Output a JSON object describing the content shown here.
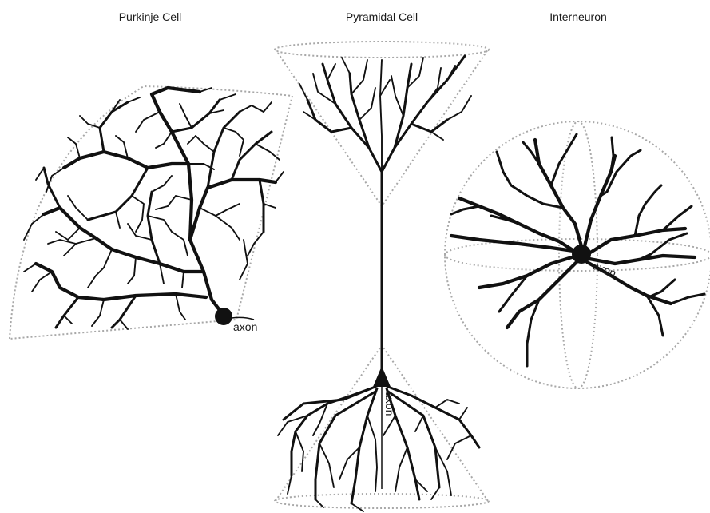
{
  "panels": [
    {
      "title": "Purkinje Cell",
      "axon_label": "axon"
    },
    {
      "title": "Pyramidal Cell",
      "axon_label": "axon"
    },
    {
      "title": "Interneuron",
      "axon_label": "axon"
    }
  ]
}
